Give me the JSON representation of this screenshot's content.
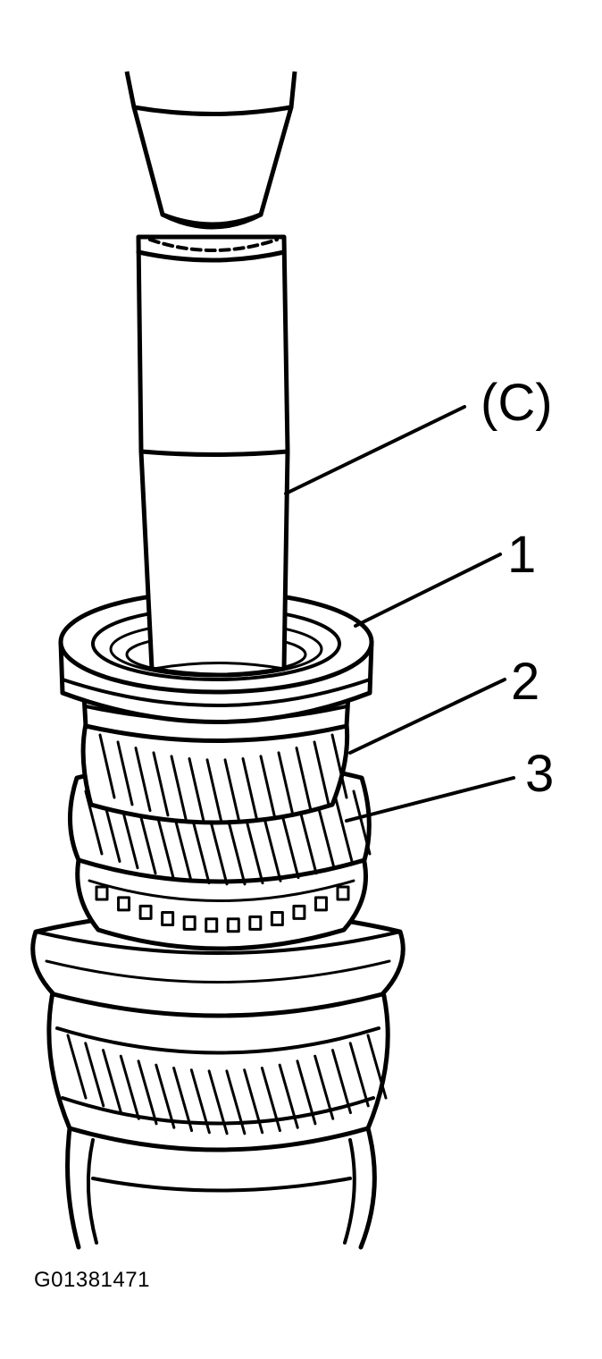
{
  "callouts": {
    "c": "(C)",
    "one": "1",
    "two": "2",
    "three": "3"
  },
  "figure_id": "G01381471",
  "colors": {
    "ink": "#000000",
    "paper": "#ffffff"
  }
}
